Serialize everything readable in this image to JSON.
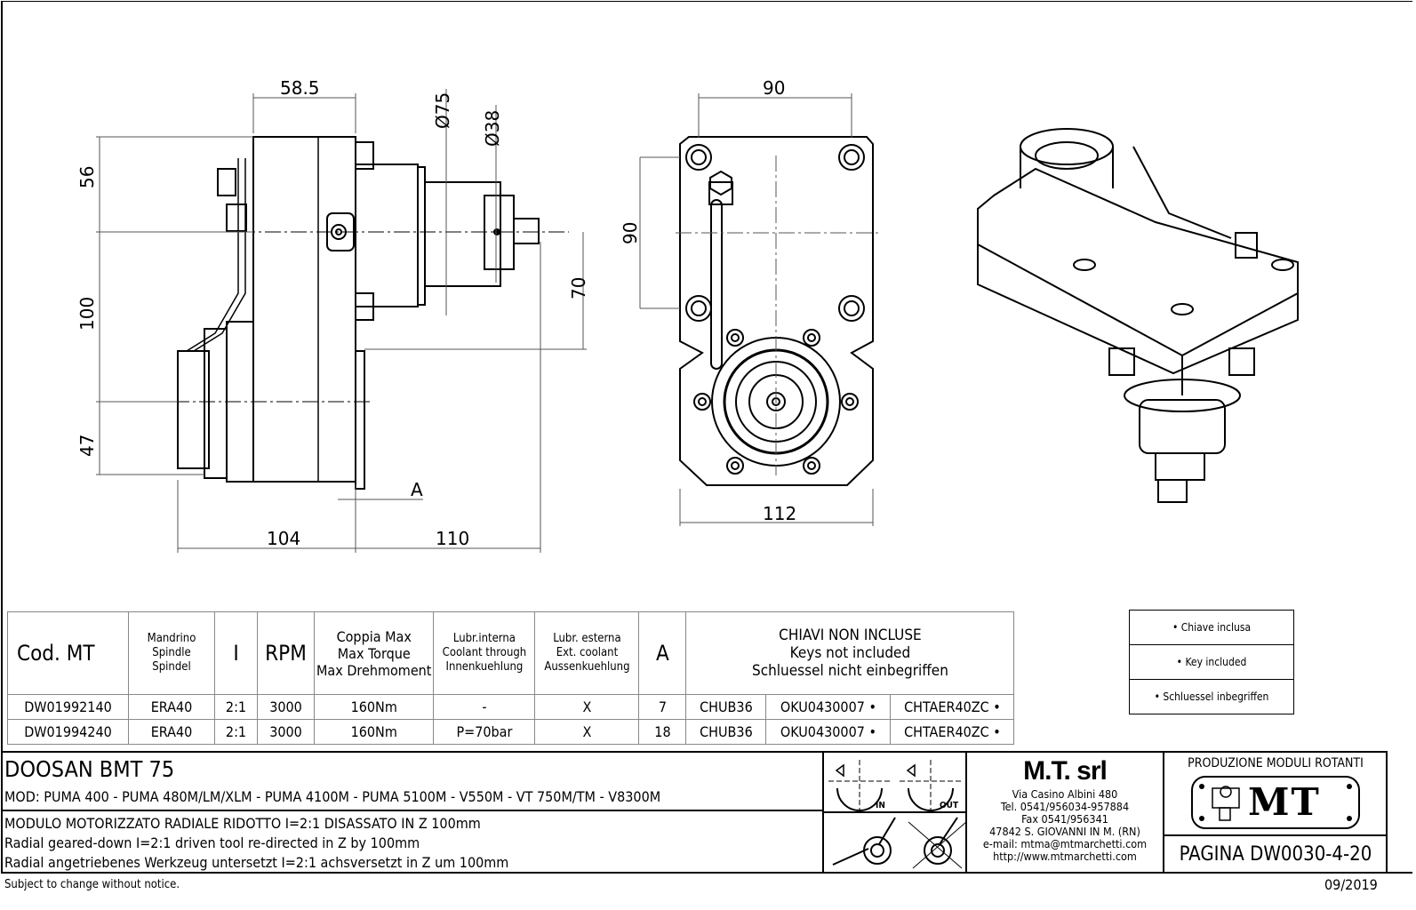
{
  "drawing": {
    "side_view_dims": {
      "width_top": "58.5",
      "dia_outer": "Ø75",
      "dia_inner": "Ø38",
      "height_top": "56",
      "height_mid": "100",
      "height_bottom": "47",
      "offset_right": "70",
      "label_a": "A",
      "length_left": "104",
      "length_right": "110"
    },
    "front_view_dims": {
      "hole_spacing_h": "90",
      "hole_spacing_v": "90",
      "body_width": "112"
    }
  },
  "spec_table": {
    "headers": {
      "code": "Cod. MT",
      "spindle": [
        "Mandrino",
        "Spindle",
        "Spindel"
      ],
      "ratio": "I",
      "rpm": "RPM",
      "torque": [
        "Coppia Max",
        "Max Torque",
        "Max Drehmoment"
      ],
      "coolant_internal": [
        "Lubr.interna",
        "Coolant through",
        "Innenkuehlung"
      ],
      "coolant_external": [
        "Lubr. esterna",
        "Ext. coolant",
        "Aussenkuehlung"
      ],
      "a": "A",
      "keys": [
        "CHIAVI NON INCLUSE",
        "Keys not included",
        "Schluessel nicht einbegriffen"
      ]
    },
    "rows": [
      {
        "code": "DW01992140",
        "spindle": "ERA40",
        "ratio": "2:1",
        "rpm": "3000",
        "torque": "160Nm",
        "coolant_internal": "-",
        "coolant_external": "X",
        "a": "7",
        "key1": "CHUB36",
        "key2": "OKU0430007 •",
        "key3": "CHTAER40ZC •"
      },
      {
        "code": "DW01994240",
        "spindle": "ERA40",
        "ratio": "2:1",
        "rpm": "3000",
        "torque": "160Nm",
        "coolant_internal": "P=70bar",
        "coolant_external": "X",
        "a": "18",
        "key1": "CHUB36",
        "key2": "OKU0430007 •",
        "key3": "CHTAER40ZC •"
      }
    ]
  },
  "legend": [
    "• Chiave inclusa",
    "• Key included",
    "• Schluessel inbegriffen"
  ],
  "title_block": {
    "machine": "DOOSAN   BMT 75",
    "models": "MOD: PUMA 400 - PUMA 480M/LM/XLM - PUMA 4100M - PUMA 5100M - V550M - VT 750M/TM - V8300M",
    "desc_it": "MODULO MOTORIZZATO RADIALE RIDOTTO I=2:1 DISASSATO IN Z 100mm",
    "desc_en": "Radial geared-down I=2:1 driven tool re-directed in Z by 100mm",
    "desc_de": "Radial angetriebenes Werkzeug untersetzt I=2:1 achsversetzt in Z um 100mm",
    "rotation_in": "IN",
    "rotation_out": "OUT",
    "company": {
      "name": "M.T. srl",
      "address": "Via Casino Albini 480",
      "tel": "Tel. 0541/956034-957884",
      "fax": "Fax 0541/956341",
      "city": "47842 S. GIOVANNI IN M. (RN)",
      "email": "e-mail: mtma@mtmarchetti.com",
      "web": "http://www.mtmarchetti.com"
    },
    "production": "PRODUZIONE MODULI ROTANTI",
    "logo_text": "MT",
    "page": "PAGINA DW0030-4-20"
  },
  "footer": {
    "notice": "Subject to change without notice.",
    "date": "09/2019"
  }
}
